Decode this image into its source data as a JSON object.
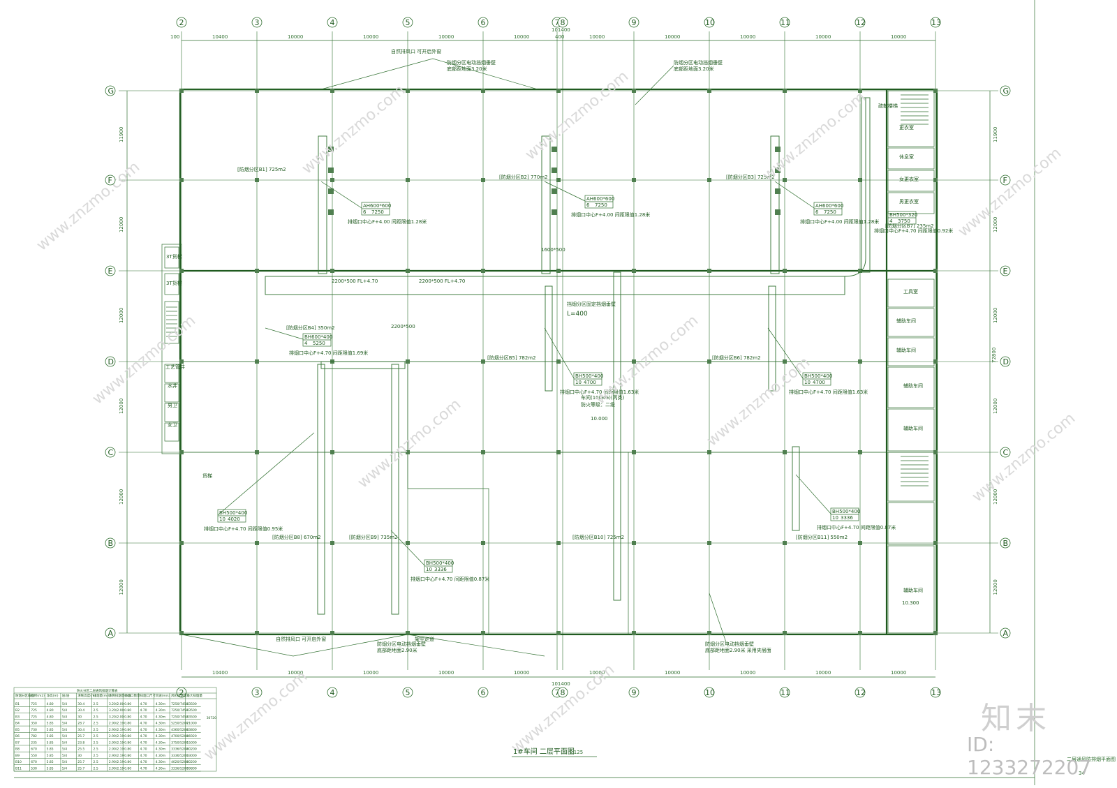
{
  "title": "1#车间  二层平面图",
  "scale": "1:125",
  "corner_note": "二层通风防排烟平面图",
  "sheet_number": "34",
  "axes_x": [
    "2",
    "3",
    "4",
    "5",
    "6",
    "7",
    "8",
    "9",
    "10",
    "11",
    "12",
    "13"
  ],
  "axes_y": [
    "G",
    "F",
    "E",
    "D",
    "C",
    "B",
    "A"
  ],
  "dims_top": [
    "10400",
    "10000",
    "10000",
    "10000",
    "10000",
    "10000",
    "10000",
    "10000",
    "10000",
    "10000",
    "10400"
  ],
  "dim_total_x": "101400",
  "dims_left": [
    "11900",
    "12000",
    "12000",
    "12000",
    "12000",
    "12000",
    "11900"
  ],
  "dim_total_y": "72800",
  "edge_dim": "100",
  "cross_dim": "400",
  "zones": [
    {
      "label": "[防烟分区B1] 725m2"
    },
    {
      "label": "[防烟分区B2] 770m2"
    },
    {
      "label": "[防烟分区B3] 725m2"
    },
    {
      "label": "[防烟分区B4] 350m2"
    },
    {
      "label": "[防烟分区B5] 782m2"
    },
    {
      "label": "[防烟分区B6] 782m2"
    },
    {
      "label": "[防烟分区B7] 235m2"
    },
    {
      "label": "[防烟分区B8] 670m2"
    },
    {
      "label": "[防烟分区B9] 735m2"
    },
    {
      "label": "[防烟分区B10] 725m2"
    },
    {
      "label": "[防烟分区B11] 550m2"
    }
  ],
  "vent_tags": [
    {
      "code": "AH600*600",
      "n": "6",
      "len": "7250",
      "note": "排烟口中心F+4.00  间距限值1.28米"
    },
    {
      "code": "AH600*600",
      "n": "6",
      "len": "7250",
      "note": "排烟口中心F+4.00  间距限值1.28米"
    },
    {
      "code": "AH600*600",
      "n": "6",
      "len": "7250",
      "note": "排烟口中心F+4.00  间距限值1.28米"
    },
    {
      "code": "BH600*400",
      "n": "4",
      "len": "5250",
      "note": "排烟口中心F+4.70  间距限值1.69米"
    },
    {
      "code": "BH500*400",
      "n": "10",
      "len": "4700",
      "note": "排烟口中心F+4.70  间距限值1.63米"
    },
    {
      "code": "BH500*400",
      "n": "10",
      "len": "4700",
      "note": "排烟口中心F+4.70  间距限值1.63米"
    },
    {
      "code": "BH500*400",
      "n": "10",
      "len": "4020",
      "note": "排烟口中心F+4.70  间距限值0.95米"
    },
    {
      "code": "BH500*400",
      "n": "10",
      "len": "3336",
      "note": "排烟口中心F+4.70  间距限值0.87米"
    },
    {
      "code": "BH500*400",
      "n": "10",
      "len": "3336",
      "note": "排烟口中心F+4.70  间距限值0.87米"
    },
    {
      "code": "BH500*320",
      "n": "4",
      "len": "3750",
      "note": "排烟口中心F+4.70  间距限值0.92米"
    }
  ],
  "ducts": [
    {
      "label": "2200*500 FL+4.70"
    },
    {
      "label": "2200*500 FL+4.70"
    },
    {
      "label": "2200*500"
    },
    {
      "label": "1600*500"
    }
  ],
  "annotations": {
    "smoke_curtain_top_1": "防烟分区电动挡烟垂壁",
    "curtain_height_1": "底部距地面3.20米",
    "smoke_curtain_top_2": "防烟分区电动挡烟垂壁",
    "curtain_height_2": "底部距地面3.20米",
    "fire_curtain_mid": "挡烟分区固定挡烟垂壁",
    "fire_curtain_len": "L=400",
    "smoke_curtain_bot_1": "防烟分区电动挡烟垂壁",
    "curtain_height_3": "底部距地面2.90米",
    "smoke_curtain_bot_2": "防烟分区电动挡烟垂壁",
    "curtain_height_4": "底部距地面2.90米  采用夹层面",
    "vent_note_1": "自然排风口  可开启外窗",
    "vent_note_2": "自然排风口  可开启外窗",
    "workshop_1": "车间(100KG)(丙类)",
    "fire_class": "防火等级：二级",
    "elev_10": "10.000",
    "elev_10_3": "10.300",
    "lift": "货梯",
    "stair_label": "疏散楼梯",
    "bottom_label": "架空走道"
  },
  "rooms": [
    "3T货梯",
    "3T货梯",
    "工艺管井",
    "水井",
    "男卫",
    "女卫",
    "更衣室",
    "休息室",
    "女更衣室",
    "男更衣室",
    "工具室",
    "辅助车间",
    "辅助车间",
    "辅助车间",
    "辅助车间",
    "辅助车间"
  ],
  "table": {
    "title": "防火分区二层通风排烟计算表",
    "headers": [
      "防烟分区编号",
      "面积(m2)",
      "净高(m)",
      "层/层",
      "清晰高度(m)",
      "排烟量(m3/h)",
      "计算排烟量(m3/h)",
      "排烟口数量",
      "排烟口尺寸",
      "风速(m/s)",
      "风机排烟量",
      "最大排烟量"
    ],
    "rows": [
      [
        "B1",
        "725",
        "4.80",
        "5/4",
        "30.4",
        "2.5",
        "3.20/2.00",
        "0.80",
        "4.70",
        "4.30m",
        "7250/7450",
        "43500"
      ],
      [
        "B2",
        "725",
        "4.80",
        "5/4",
        "30.4",
        "2.5",
        "3.20/2.00",
        "0.80",
        "4.70",
        "4.30m",
        "7250/7450",
        "43500"
      ],
      [
        "B3",
        "725",
        "4.80",
        "5/4",
        "30",
        "2.5",
        "3.20/2.00",
        "0.80",
        "4.70",
        "4.30m",
        "7250/7450",
        "43500"
      ],
      [
        "B4",
        "350",
        "5.85",
        "5/4",
        "28.7",
        "2.5",
        "2.90/2.19",
        "0.80",
        "4.70",
        "4.30m",
        "5250/5200",
        "21000"
      ],
      [
        "B5",
        "730",
        "5.85",
        "5/4",
        "30.4",
        "2.5",
        "2.90/2.19",
        "0.80",
        "4.70",
        "4.30m",
        "4360/5200",
        "43800"
      ],
      [
        "B6",
        "782",
        "5.85",
        "5/4",
        "25.7",
        "2.5",
        "2.90/2.19",
        "0.80",
        "4.70",
        "4.30m",
        "4700/5200",
        "46920"
      ],
      [
        "B7",
        "235",
        "5.85",
        "5/4",
        "23.8",
        "2.5",
        "2.90/2.19",
        "0.80",
        "4.70",
        "4.30m",
        "3750/5200",
        "15000"
      ],
      [
        "B8",
        "670",
        "5.85",
        "5/4",
        "25.5",
        "2.5",
        "2.90/2.19",
        "0.80",
        "4.70",
        "4.30m",
        "3336/5200",
        "40200"
      ],
      [
        "B9",
        "550",
        "5.85",
        "5/4",
        "30",
        "2.5",
        "2.90/2.19",
        "0.80",
        "4.70",
        "4.30m",
        "3336/5200",
        "33000"
      ],
      [
        "B10",
        "670",
        "5.85",
        "5/4",
        "25.7",
        "2.5",
        "2.90/2.19",
        "0.80",
        "4.70",
        "4.30m",
        "4020/5200",
        "40200"
      ],
      [
        "B11",
        "530",
        "5.85",
        "5/4",
        "25.7",
        "2.5",
        "2.90/2.19",
        "0.80",
        "4.70",
        "4.30m",
        "3336/5200",
        "39800"
      ]
    ],
    "side_value": "30720"
  },
  "watermark": {
    "site": "www.znzmo.com",
    "logo": "知末",
    "id": "ID: 1233272207"
  }
}
